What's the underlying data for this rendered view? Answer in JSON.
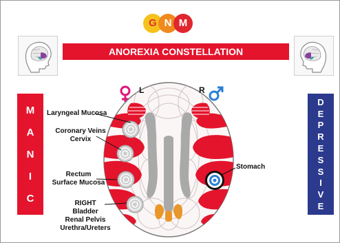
{
  "logo": {
    "letters": [
      "G",
      "N",
      "M"
    ]
  },
  "title": "ANOREXIA CONSTELLATION",
  "left_box": {
    "letters": [
      "M",
      "A",
      "N",
      "I",
      "C"
    ]
  },
  "right_box": {
    "letters": [
      "D",
      "E",
      "P",
      "R",
      "E",
      "S",
      "S",
      "I",
      "V",
      "E"
    ]
  },
  "sides": {
    "left": "L",
    "right": "R"
  },
  "labels": {
    "laryngeal": "Laryngeal Mucosa",
    "coronary_1": "Coronary Veins",
    "coronary_2": "Cervix",
    "rectum_1": "Rectum",
    "rectum_2": "Surface Mucosa",
    "right_1": "RIGHT",
    "right_2": "Bladder",
    "right_3": "Renal Pelvis",
    "right_4": "Urethra/Ureters",
    "stomach": "Stomach"
  },
  "colors": {
    "red": "#e4142c",
    "blue": "#2b3a8c",
    "female_symbol": "#e0147a",
    "male_symbol": "#2a7fd4"
  },
  "icons": {
    "female": "female-symbol-icon",
    "male": "male-symbol-icon",
    "brain": "brain-head-icon",
    "target": "target-icon"
  }
}
